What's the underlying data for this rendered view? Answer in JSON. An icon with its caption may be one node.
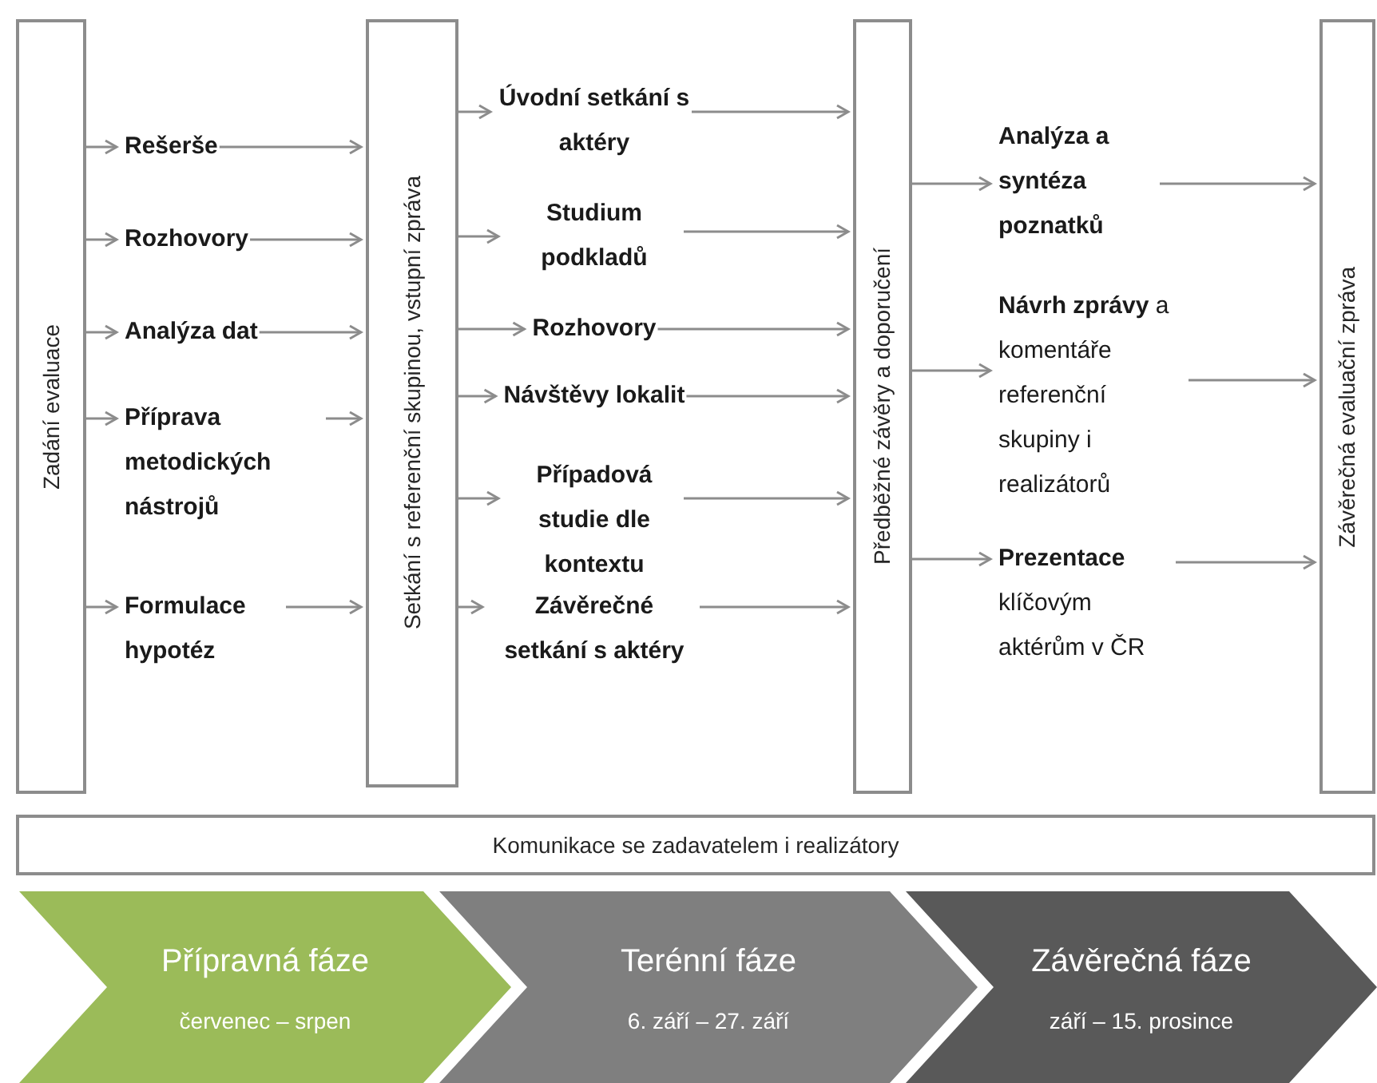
{
  "diagram": {
    "nodes": [
      {
        "text": [
          "Zadání evaluace"
        ]
      },
      {
        "text": [
          "Rešerše"
        ]
      },
      {
        "text": [
          "Rozhovory"
        ]
      },
      {
        "text": [
          "Analýza dat"
        ]
      },
      {
        "text": [
          "Příprava metodických nástrojů"
        ]
      },
      {
        "text": [
          "Formulace hypotéz"
        ]
      },
      {
        "text": [
          "Setkání s referenční skupinou, vstupní zpráva"
        ]
      },
      {
        "text": [
          "Úvodní setkání s aktéry"
        ]
      },
      {
        "text": [
          "Studium podkladů"
        ]
      },
      {
        "text": [
          "Rozhovory"
        ]
      },
      {
        "text": [
          "Návštěvy lokalit"
        ]
      },
      {
        "text": [
          "Případová studie dle kontextu"
        ]
      },
      {
        "text": [
          "Závěrečné setkání s aktéry"
        ]
      },
      {
        "text": [
          "Předběžné závěry a doporučení"
        ]
      },
      {
        "text": [
          "Analýza a syntéza poznatků"
        ]
      },
      {
        "text": [
          "**Návrh zprávy** a komentáře referenční skupiny i realizátorů"
        ]
      },
      {
        "text": [
          "**Prezentace** klíčovým aktérům v ČR"
        ]
      },
      {
        "text": [
          "Závěrečná evaluační zpráva"
        ]
      },
      {
        "text": [
          "Komunikace se zadavatelem i realizátory"
        ]
      },
      {
        "text": [
          "Přípravná fáze",
          "červenec – srpen"
        ]
      },
      {
        "text": [
          "Terénní fáze",
          "6. září – 27. září"
        ]
      },
      {
        "text": [
          "Závěrečná fáze",
          "září – 15. prosince"
        ]
      }
    ],
    "edges": [
      {
        "from": 0,
        "to": 1,
        "arrow": "to"
      },
      {
        "from": 0,
        "to": 2,
        "arrow": "to"
      },
      {
        "from": 0,
        "to": 3,
        "arrow": "to"
      },
      {
        "from": 0,
        "to": 4,
        "arrow": "to"
      },
      {
        "from": 0,
        "to": 5,
        "arrow": "to"
      },
      {
        "from": 1,
        "to": 6,
        "arrow": "to"
      },
      {
        "from": 2,
        "to": 6,
        "arrow": "to"
      },
      {
        "from": 3,
        "to": 6,
        "arrow": "to"
      },
      {
        "from": 4,
        "to": 6,
        "arrow": "to"
      },
      {
        "from": 5,
        "to": 6,
        "arrow": "to"
      },
      {
        "from": 6,
        "to": 7,
        "arrow": "to"
      },
      {
        "from": 6,
        "to": 8,
        "arrow": "to"
      },
      {
        "from": 6,
        "to": 9,
        "arrow": "to"
      },
      {
        "from": 6,
        "to": 10,
        "arrow": "to"
      },
      {
        "from": 6,
        "to": 11,
        "arrow": "to"
      },
      {
        "from": 6,
        "to": 12,
        "arrow": "to"
      },
      {
        "from": 7,
        "to": 13,
        "arrow": "to"
      },
      {
        "from": 8,
        "to": 13,
        "arrow": "to"
      },
      {
        "from": 9,
        "to": 13,
        "arrow": "to"
      },
      {
        "from": 10,
        "to": 13,
        "arrow": "to"
      },
      {
        "from": 11,
        "to": 13,
        "arrow": "to"
      },
      {
        "from": 12,
        "to": 13,
        "arrow": "to"
      },
      {
        "from": 13,
        "to": 14,
        "arrow": "to"
      },
      {
        "from": 13,
        "to": 15,
        "arrow": "to"
      },
      {
        "from": 13,
        "to": 16,
        "arrow": "to"
      },
      {
        "from": 14,
        "to": 17,
        "arrow": "to"
      },
      {
        "from": 15,
        "to": 17,
        "arrow": "to"
      },
      {
        "from": 16,
        "to": 17,
        "arrow": "to"
      }
    ]
  }
}
